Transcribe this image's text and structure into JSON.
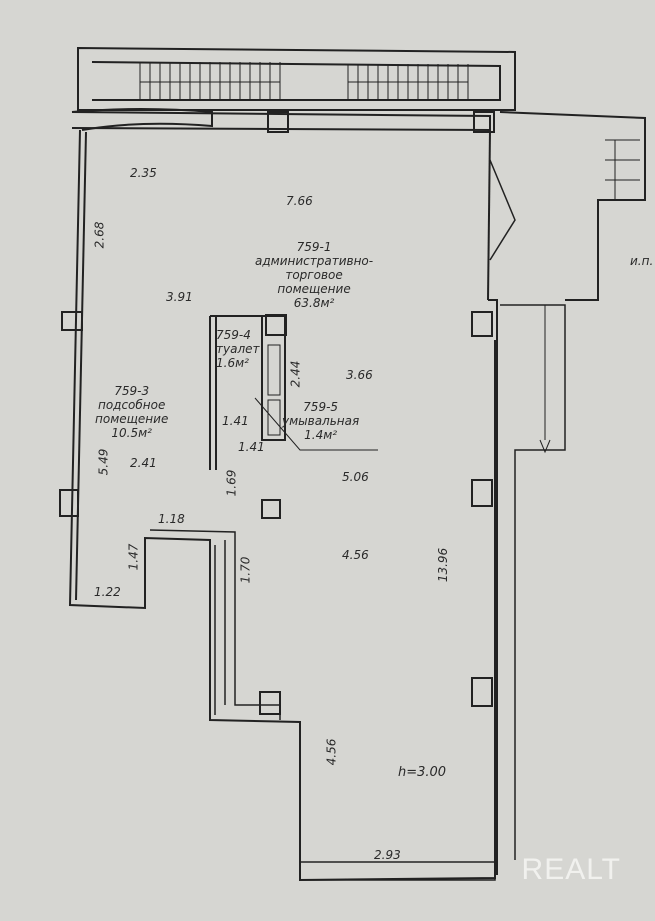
{
  "rooms": [
    {
      "id": "759-1",
      "name": "административно-",
      "name2": "торговое",
      "name3": "помещение",
      "area": "63.8м²"
    },
    {
      "id": "759-3",
      "name": "подсобное",
      "name2": "помещение",
      "area": "10.5м²"
    },
    {
      "id": "759-4",
      "name": "туалет",
      "area": "1.6м²"
    },
    {
      "id": "759-5",
      "name": "умывальная",
      "area": "1.4м²"
    }
  ],
  "dimensions": {
    "d235": "2.35",
    "d766": "7.66",
    "d268": "2.68",
    "d391": "3.91",
    "d366": "3.66",
    "d244": "2.44",
    "d549": "5.49",
    "d241": "2.41",
    "d141a": "1.41",
    "d141b": "1.41",
    "d169": "1.69",
    "d506": "5.06",
    "d118": "1.18",
    "d147": "1.47",
    "d170": "1.70",
    "d456a": "4.56",
    "d1396": "13.96",
    "d122": "1.22",
    "d456b": "4.56",
    "d293": "2.93"
  },
  "height": "h=3.00",
  "note": "и.п.",
  "watermark": "REALT"
}
